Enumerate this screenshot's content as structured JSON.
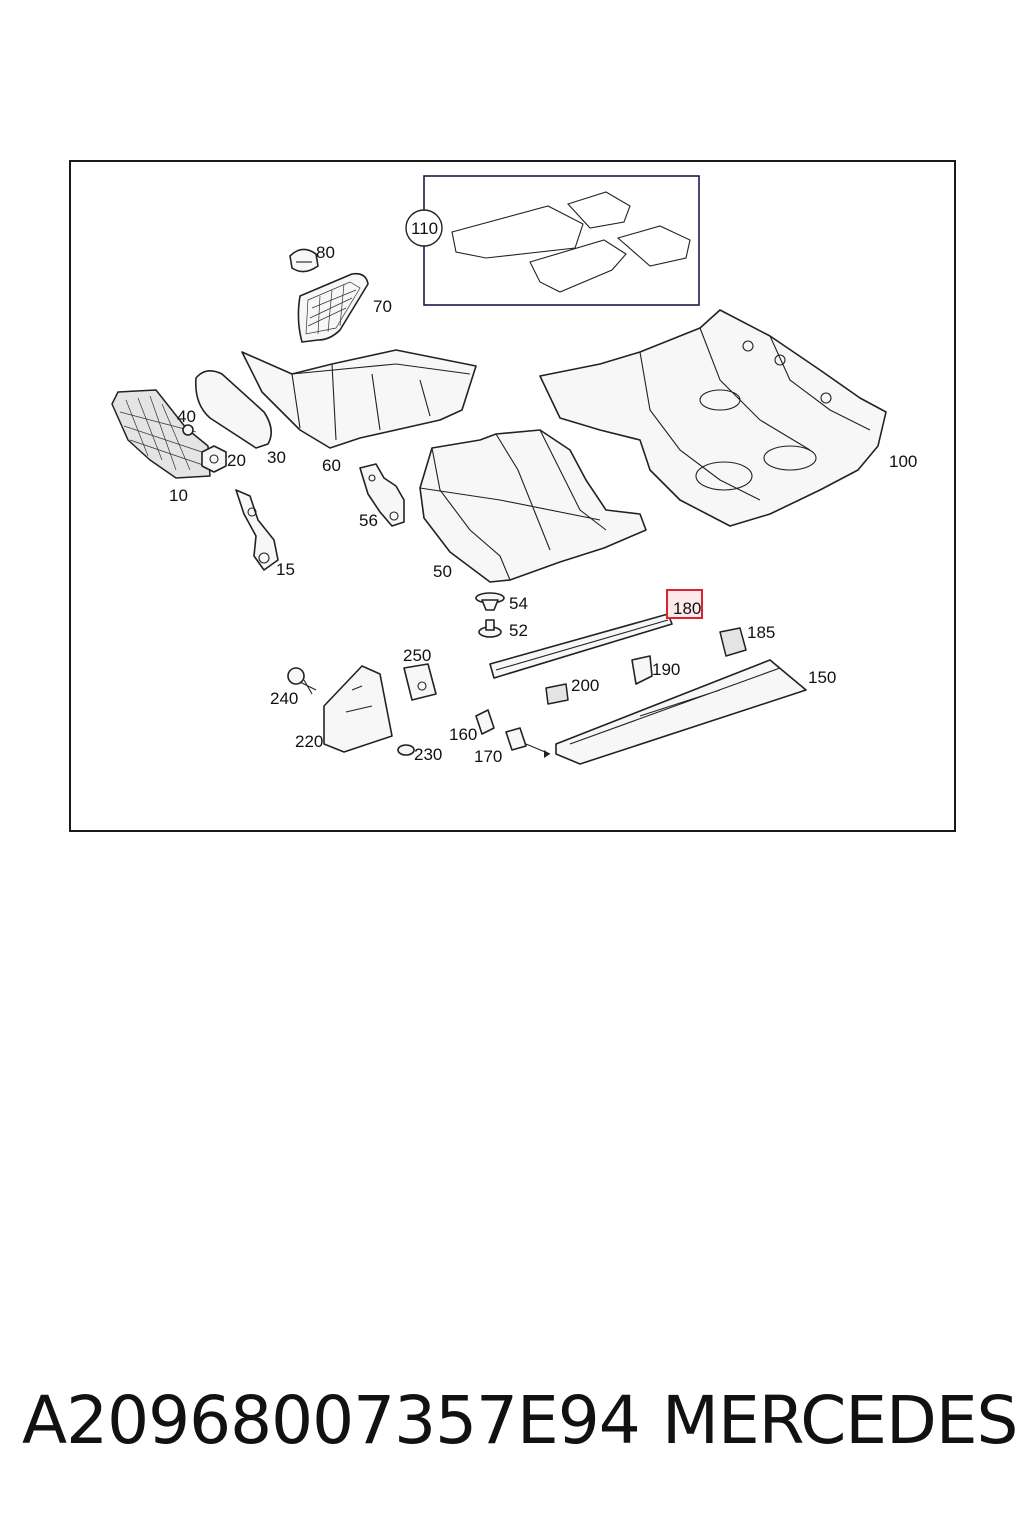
{
  "diagram": {
    "labels": {
      "l110": "110",
      "l80": "80",
      "l70": "70",
      "l40": "40",
      "l20": "20",
      "l30": "30",
      "l60": "60",
      "l10": "10",
      "l56": "56",
      "l15": "15",
      "l50": "50",
      "l100": "100",
      "l54": "54",
      "l52": "52",
      "l180": "180",
      "l185": "185",
      "l250": "250",
      "l190": "190",
      "l150": "150",
      "l240": "240",
      "l200": "200",
      "l220": "220",
      "l160": "160",
      "l230": "230",
      "l170": "170"
    },
    "highlight_color": "#d9232e",
    "line_color": "#1a1a4a"
  },
  "caption": {
    "part_number": "A20968007357E94",
    "brand": "MERCEDES"
  }
}
